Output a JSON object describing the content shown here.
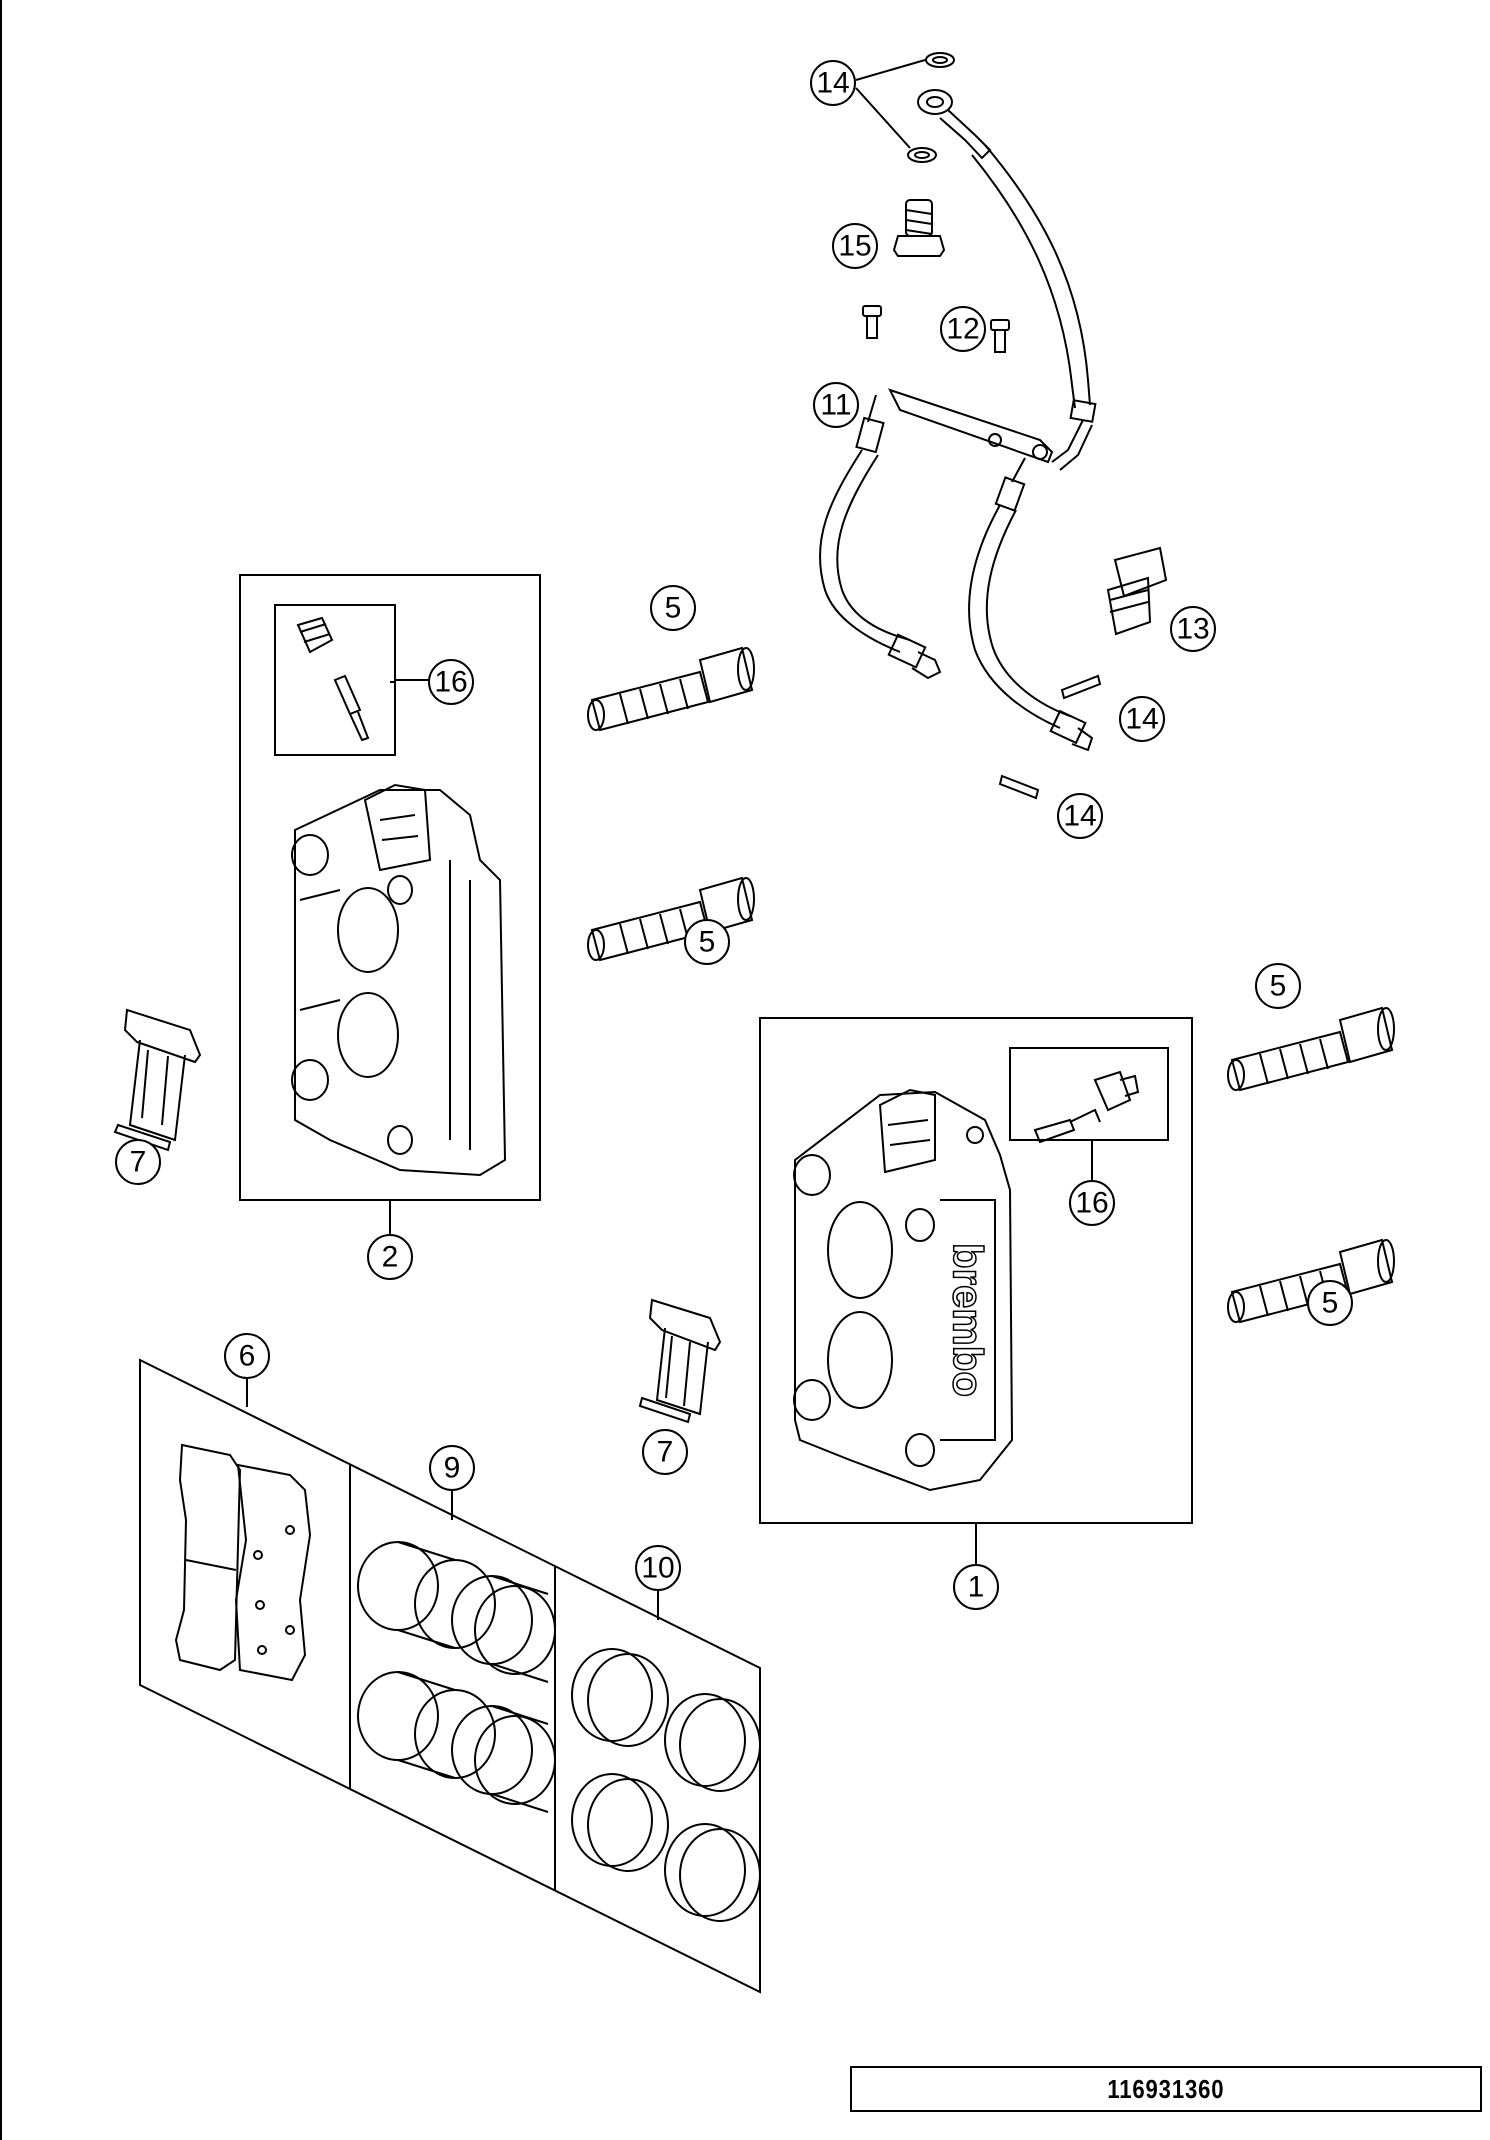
{
  "callouts": {
    "c1": "1",
    "c2": "2",
    "c5": "5",
    "c6": "6",
    "c7": "7",
    "c9": "9",
    "c10": "10",
    "c11": "11",
    "c12": "12",
    "c13": "13",
    "c14": "14",
    "c15": "15",
    "c16": "16"
  },
  "caliper_brand": "brembo",
  "reference_number": "116931360"
}
